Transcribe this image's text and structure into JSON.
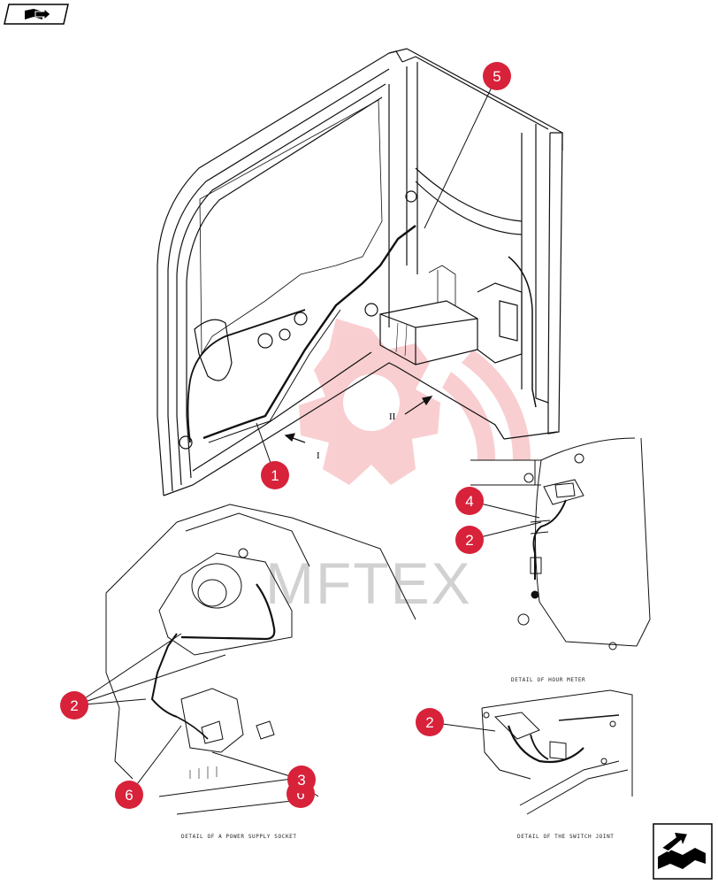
{
  "nav": {
    "prev_icon": "book-arrow-prev-icon",
    "next_icon": "book-arrow-next-icon"
  },
  "watermark": {
    "text": "MFTEX",
    "color": "#e8252d"
  },
  "accent_color": "#d7223a",
  "views": {
    "main_arrow_1": "I",
    "main_arrow_2": "II"
  },
  "captions": {
    "hour_meter": "DETAIL OF HOUR METER",
    "power_socket": "DETAIL OF A POWER SUPPLY SOCKET",
    "switch_joint": "DETAIL OF THE SWITCH JOINT"
  },
  "callouts": [
    {
      "id": "c5",
      "label": "5"
    },
    {
      "id": "c1",
      "label": "1"
    },
    {
      "id": "c4",
      "label": "4"
    },
    {
      "id": "c2a",
      "label": "2"
    },
    {
      "id": "c2b",
      "label": "2"
    },
    {
      "id": "c2c",
      "label": "2"
    },
    {
      "id": "c3",
      "label": "3"
    },
    {
      "id": "c6a",
      "label": "6"
    },
    {
      "id": "c6b",
      "label": "6"
    }
  ]
}
